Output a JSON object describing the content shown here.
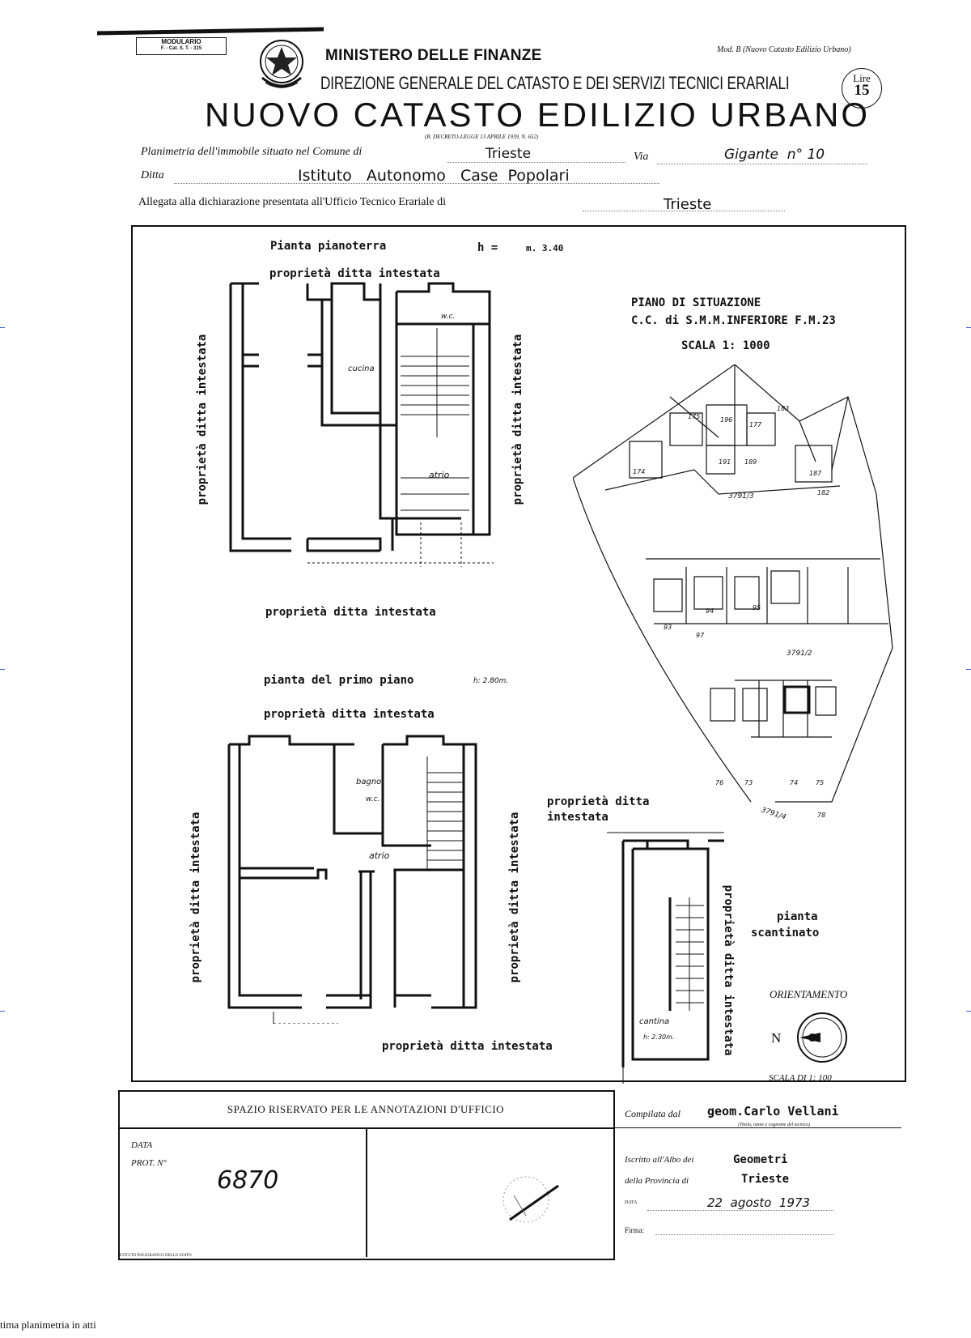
{
  "header": {
    "modulario_line1": "MODULARIO",
    "modulario_line2": "F. - Cat. S. T. - 315",
    "ministry": "MINISTERO DELLE FINANZE",
    "direzione": "DIREZIONE GENERALE DEL CATASTO E DEI SERVIZI TECNICI ERARIALI",
    "title": "NUOVO CATASTO EDILIZIO URBANO",
    "decree": "(R. DECRETO-LEGGE 13 APRILE 1939, N. 652)",
    "model": "Mod. B (Nuovo Catasto Edilizio Urbano)",
    "stamp_line1": "Lire",
    "stamp_line2": "15"
  },
  "form": {
    "planimetria_label": "Planimetria dell'immobile situato nel Comune di",
    "comune_value": "Trieste",
    "via_label": "Via",
    "via_value": "Gigante  n° 10",
    "ditta_label": "Ditta",
    "ditta_value": "Istituto   Autonomo   Case  Popolari",
    "allegata_label": "Allegata alla dichiarazione presentata all'Ufficio Tecnico Erariale di",
    "allegata_value": "Trieste"
  },
  "plan": {
    "ground_title": "Pianta pianoterra",
    "ground_height_label": "h =",
    "ground_height_value": "m. 3.40",
    "owner_label": "proprietà ditta intestata",
    "room_cucina": "cucina",
    "room_wc": "w.c.",
    "room_atrio": "atrio",
    "first_title": "pianta del primo piano",
    "first_height_value": "h: 2.80m.",
    "room_bagno": "bagno",
    "room_bagno_wc": "w.c.",
    "room_atrio2": "atrio",
    "owner_label_right_line1": "proprietà ditta",
    "owner_label_right_line2": "intestata",
    "cellar_title_line1": "pianta",
    "cellar_title_line2": "scantinato",
    "room_cantina": "cantina",
    "cantina_height": "h: 2.30m.",
    "orientamento": "ORIENTAMENTO",
    "north": "N",
    "scala": "SCALA DI 1: 100"
  },
  "situazione": {
    "title": "PIANO DI SITUAZIONE",
    "cc": "C.C. di S.M.M.INFERIORE F.M.23",
    "scale": "SCALA  1: 1000",
    "parcel_a": "3791/3",
    "parcel_b": "3791/2",
    "parcel_c": "3791/4",
    "lots": [
      "175",
      "174",
      "177",
      "196",
      "191",
      "187",
      "189",
      "182",
      "183",
      "93",
      "94",
      "95",
      "97",
      "76",
      "73",
      "74",
      "75",
      "78"
    ]
  },
  "footer": {
    "spazio": "SPAZIO RISERVATO PER LE ANNOTAZIONI D'UFFICIO",
    "data_label": "DATA",
    "prot_label": "PROT. N°",
    "prot_value": "6870",
    "compilata_label": "Compilata dal",
    "compilata_value": "geom.Carlo Vellani",
    "compilata_note": "(Titolo, nome e cognome del tecnico)",
    "iscritto_label": "Iscritto all'Albo dei",
    "iscritto_value": "Geometri",
    "provincia_label": "della Provincia di",
    "provincia_value": "Trieste",
    "data2_label": "DATA",
    "data2_value": "22  agosto  1973",
    "firma_label": "Firma:",
    "printer": "ISTITUTO POLIGRAFICO DELLO STATO",
    "bottom_note": "tima planimetria in atti"
  }
}
